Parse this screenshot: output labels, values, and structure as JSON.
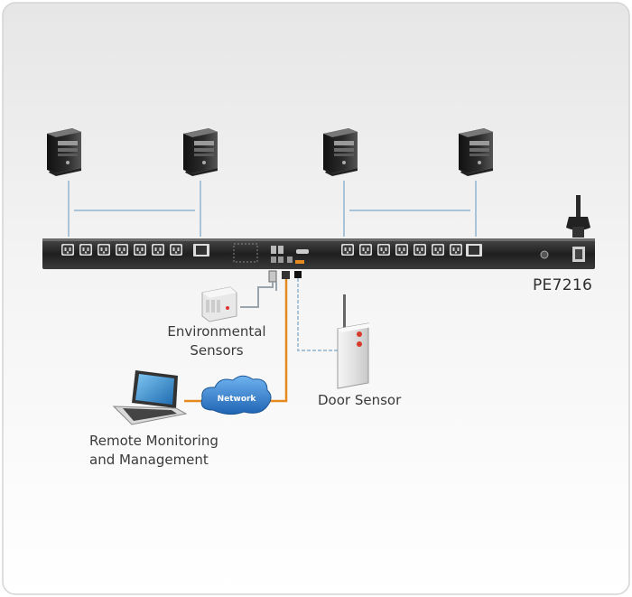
{
  "device": {
    "model": "PE7216"
  },
  "labels": {
    "environmental_line1": "Environmental",
    "environmental_line2": "Sensors",
    "door_sensor": "Door Sensor",
    "remote_line1": "Remote Monitoring",
    "remote_line2": "and Management",
    "network": "Network"
  },
  "icons": [
    "server-tower-icon",
    "pdu-icon",
    "temperature-sensor-icon",
    "door-sensor-icon",
    "laptop-icon",
    "network-cloud-icon",
    "antenna-icon"
  ],
  "colors": {
    "background_panel": "#eeeeee",
    "pdu_body": "#2a2a2a",
    "connector_gray": "#9aa4ad",
    "connector_blue": "#a9c4d8",
    "network_orange": "#e58a1f",
    "cloud_blue": "#2a78c8"
  }
}
